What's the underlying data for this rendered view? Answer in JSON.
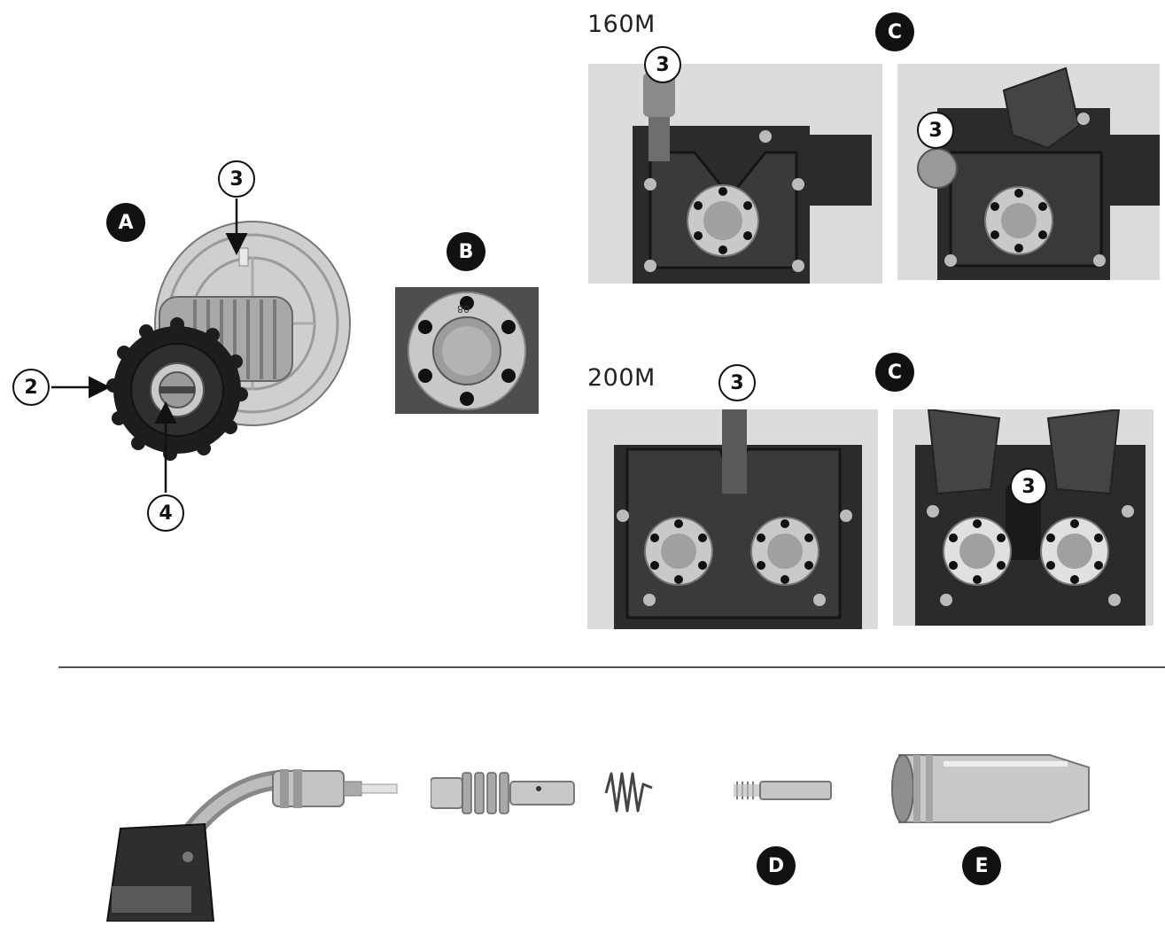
{
  "figure": {
    "labels": {
      "model_160": "160M",
      "model_200": "200M",
      "badge_a": "A",
      "badge_b": "B",
      "badge_c_top": "C",
      "badge_c_bottom": "C",
      "badge_d": "D",
      "badge_e": "E",
      "callout_a3": "3",
      "callout_a2": "2",
      "callout_a4": "4",
      "callout_160_left": "3",
      "callout_160_right": "3",
      "callout_200_left": "3",
      "callout_200_right": "3"
    },
    "roller_marking": "08",
    "icons": {
      "spool": "wire-spool-icon",
      "drive_roller": "drive-roller-icon",
      "welding_torch": "mig-torch-icon",
      "gas_diffuser": "gas-diffuser-icon",
      "spring": "spring-icon",
      "contact_tip": "contact-tip-icon",
      "nozzle": "gas-nozzle-icon"
    },
    "colors": {
      "ink": "#111111",
      "photo_bg": "#d9d9d9",
      "plate": "#2b2b2b",
      "metal": "#b9b9b9",
      "divider": "#555555"
    }
  }
}
